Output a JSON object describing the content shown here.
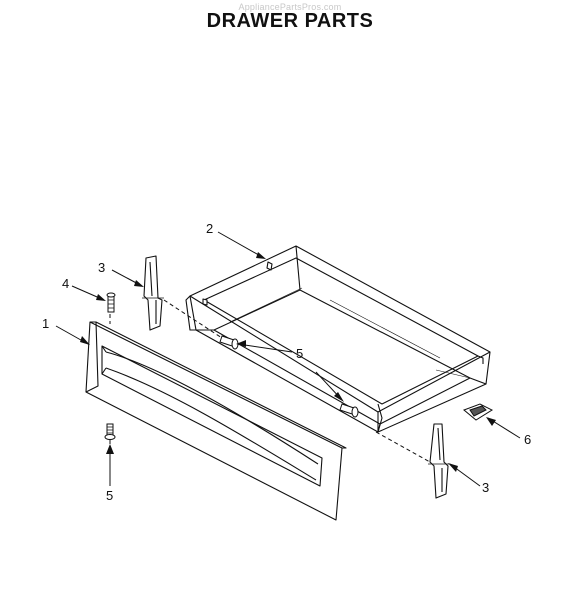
{
  "header": {
    "watermark": "AppliancePartsPros.com",
    "title": "DRAWER PARTS"
  },
  "callouts": [
    "1",
    "2",
    "3",
    "3",
    "4",
    "5",
    "5",
    "5",
    "6"
  ]
}
